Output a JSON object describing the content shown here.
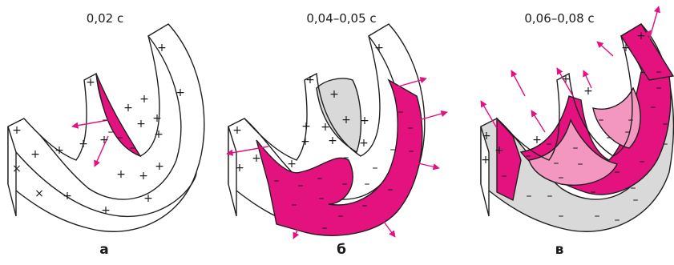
{
  "panels": [
    {
      "id": "a",
      "time": "0,02 c",
      "letter": "а"
    },
    {
      "id": "b",
      "time": "0,04–0,05 с",
      "letter": "б"
    },
    {
      "id": "v",
      "time": "0,06–0,08 с",
      "letter": "в"
    }
  ],
  "symbols": {
    "positive": "+",
    "negative": "–",
    "cross": "×"
  },
  "colors": {
    "depolarized": "#e3127f",
    "repolarizing": "#f397c1",
    "repolarized": "#d9d9d9",
    "outline": "#231f20",
    "arrow": "#e3127f"
  }
}
